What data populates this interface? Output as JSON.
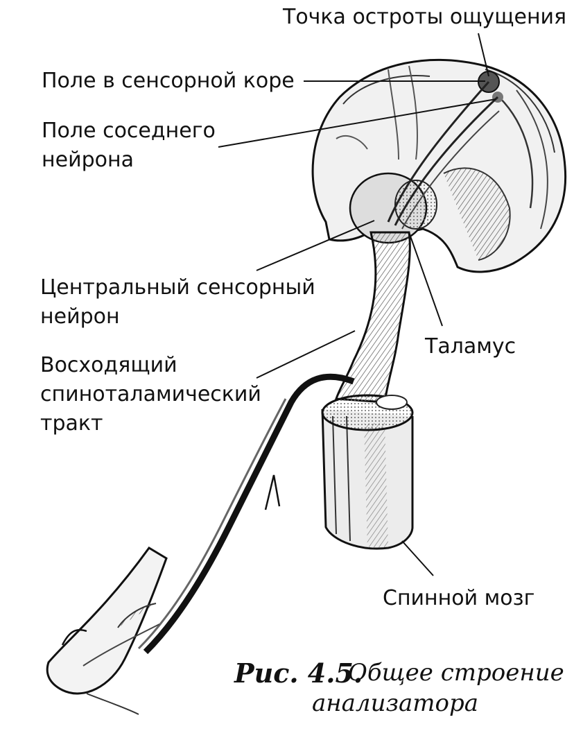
{
  "labels": {
    "sharpness_point": "Точка остроты ощущения",
    "sensory_cortex_field": "Поле в сенсорной коре",
    "neighbor_field_line1": "Поле соседнего",
    "neighbor_field_line2": "нейрона",
    "central_neuron_line1": "Центральный сенсорный",
    "central_neuron_line2": "нейрон",
    "tract_line1": "Восходящий",
    "tract_line2": "спиноталамический",
    "tract_line3": "тракт",
    "thalamus": "Таламус",
    "spinal_cord": "Спинной мозг"
  },
  "caption": {
    "prefix": "Рис. 4.5.",
    "title_line1": "Общее строение",
    "title_line2": "анализатора"
  }
}
